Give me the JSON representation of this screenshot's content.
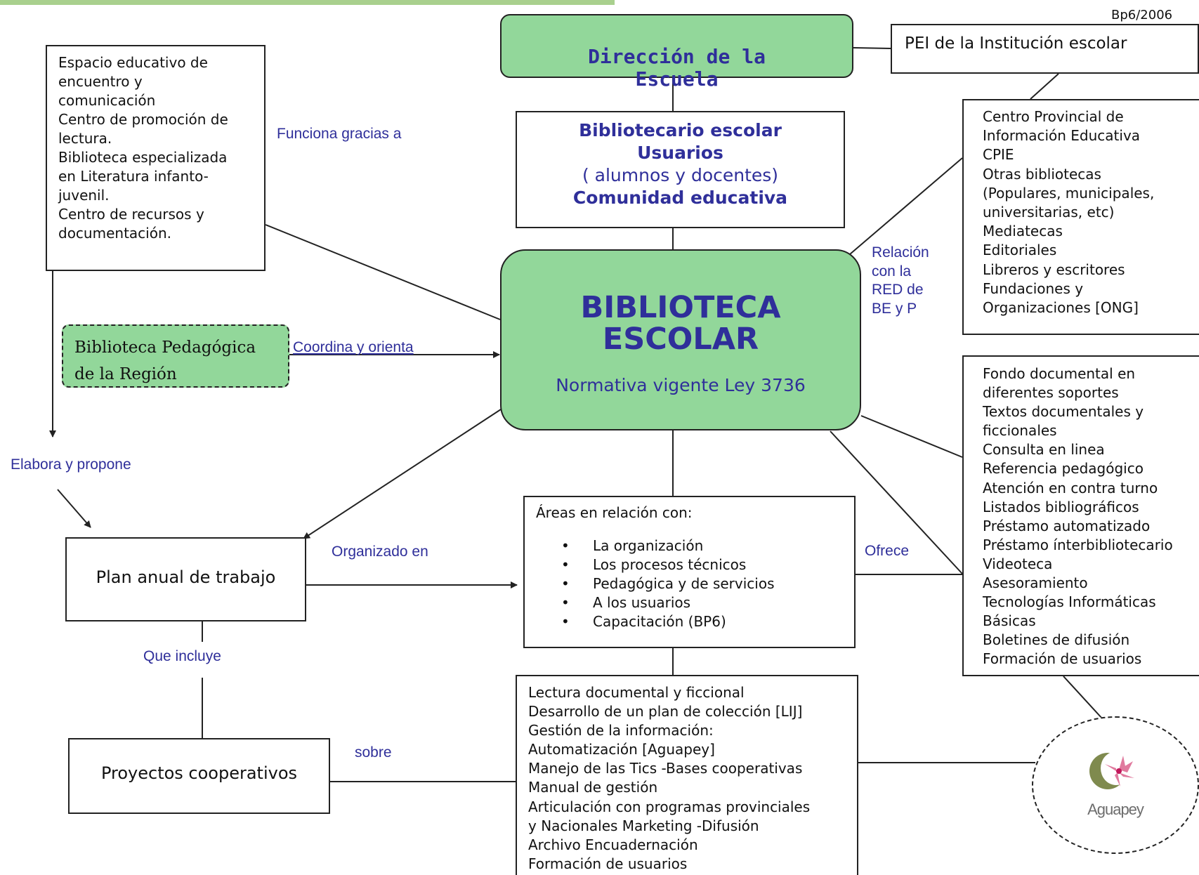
{
  "header": {
    "code": "Bp6/2006"
  },
  "colors": {
    "green_fill": "#92d79a",
    "navy_text": "#2f2f9a",
    "line": "#222222"
  },
  "nodes": {
    "direccion": "Dirección de la\nEscuela",
    "pei": "PEI de la Institución escolar",
    "espacio": "Espacio educativo de\nencuentro y\ncomunicación\nCentro de promoción de\nlectura.\nBiblioteca especializada\nen Literatura infanto-\njuvenil.\nCentro de recursos y\ndocumentación.",
    "bibliotecario": {
      "line1": "Bibliotecario escolar",
      "line2": "Usuarios",
      "line3": "( alumnos y docentes)",
      "line4": "Comunidad educativa"
    },
    "centro": "Centro Provincial de\nInformación Educativa\nCPIE\nOtras bibliotecas\n(Populares, municipales,\nuniversitarias, etc)\nMediatecas\nEditoriales\nLibreros y escritores\nFundaciones y\nOrganizaciones [ONG]",
    "biblioteca": {
      "title": "BIBLIOTECA\nESCOLAR",
      "subtitle": "Normativa vigente Ley 3736"
    },
    "pedagogica": "Biblioteca Pedagógica\nde la Región",
    "fondo": "Fondo documental en\ndiferentes soportes\nTextos documentales y\nficcionales\nConsulta en linea\nReferencia pedagógico\nAtención en contra turno\nListados bibliográficos\nPréstamo automatizado\nPréstamo ínterbibliotecario\nVideoteca\nAsesoramiento\nTecnologías Informáticas\nBásicas\nBoletines de difusión\nFormación de usuarios",
    "areas": {
      "heading": "Áreas en relación con:",
      "items": [
        "La organización",
        "Los procesos técnicos",
        "Pedagógica y de servicios",
        "A los usuarios",
        "Capacitación (BP6)"
      ]
    },
    "plan": "Plan anual de trabajo",
    "proyectos": "Proyectos cooperativos",
    "lectura": "Lectura documental y ficcional\nDesarrollo de un plan de colección [LIJ]\nGestión de la información:\nAutomatización [Aguapey]\nManejo de las Tics -Bases cooperativas\nManual de gestión\nArticulación con programas provinciales\ny Nacionales Marketing -Difusión\nArchivo Encuadernación\nFormación de usuarios",
    "aguapey": {
      "logo_text": "Aguapey",
      "icon": "aguapey-flower-logo"
    }
  },
  "links": {
    "funciona": "Funciona gracias a",
    "coordina": "Coordina y orienta",
    "elabora": "Elabora y propone",
    "relacion": "Relación\ncon la\nRED de\nBE y P",
    "organizado": "Organizado en",
    "ofrece": "Ofrece",
    "incluye": "Que incluye",
    "sobre": "sobre"
  }
}
